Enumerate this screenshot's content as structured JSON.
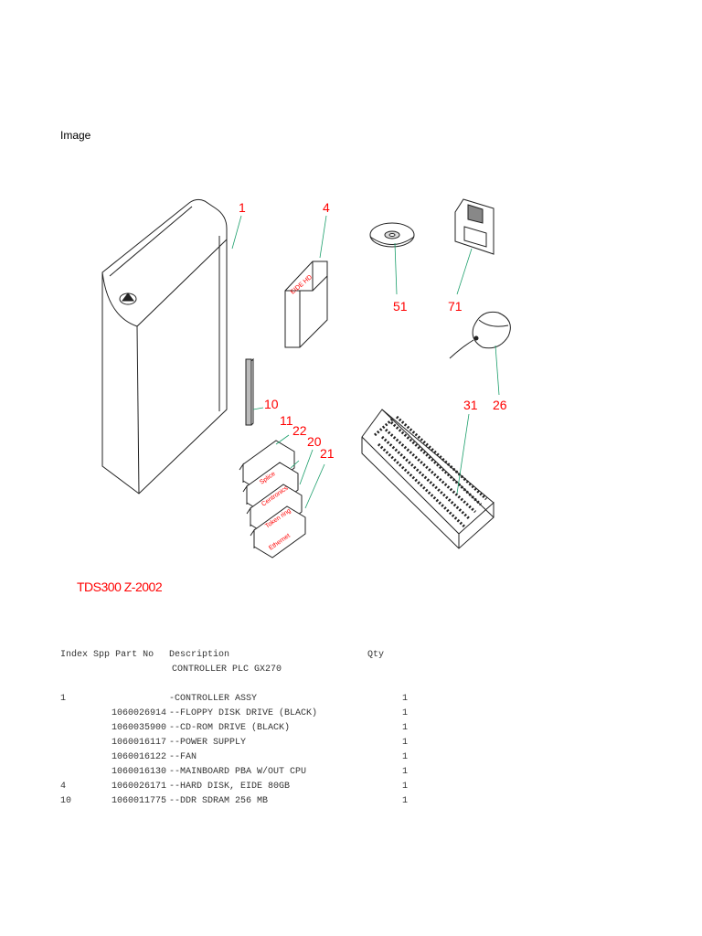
{
  "section_label": "Image",
  "figure": {
    "caption": "TDS300 Z-2002",
    "callouts": {
      "c1": "1",
      "c4": "4",
      "c51": "51",
      "c71": "71",
      "c10": "10",
      "c26": "26",
      "c31": "31",
      "c11": "11",
      "c22": "22",
      "c20": "20",
      "c21": "21"
    },
    "hd_label": "EIDE HD",
    "cards": {
      "splice": "Splice",
      "centronics": "Centronics",
      "token_ring": "Token ring",
      "ethernet": "Ethernet"
    }
  },
  "table": {
    "headers": {
      "index": "Index",
      "spp": "Spp",
      "part": "Part No",
      "desc": "Description",
      "qty": "Qty"
    },
    "title": "CONTROLLER PLC GX270",
    "rows": [
      {
        "index": "1",
        "part": "",
        "desc": "-CONTROLLER ASSY",
        "qty": "1"
      },
      {
        "index": "",
        "part": "1060026914",
        "desc": "--FLOPPY DISK DRIVE (BLACK)",
        "qty": "1"
      },
      {
        "index": "",
        "part": "1060035900",
        "desc": "--CD-ROM DRIVE (BLACK)",
        "qty": "1"
      },
      {
        "index": "",
        "part": "1060016117",
        "desc": "--POWER SUPPLY",
        "qty": "1"
      },
      {
        "index": "",
        "part": "1060016122",
        "desc": "--FAN",
        "qty": "1"
      },
      {
        "index": "",
        "part": "1060016130",
        "desc": "--MAINBOARD PBA W/OUT CPU",
        "qty": "1"
      },
      {
        "index": "4",
        "part": "1060026171",
        "desc": "--HARD DISK, EIDE 80GB",
        "qty": "1"
      },
      {
        "index": "10",
        "part": "1060011775",
        "desc": "--DDR SDRAM 256 MB",
        "qty": "1"
      }
    ]
  },
  "colors": {
    "callout": "#ff0000",
    "leader": "#1a9e6a",
    "line": "#222222"
  }
}
